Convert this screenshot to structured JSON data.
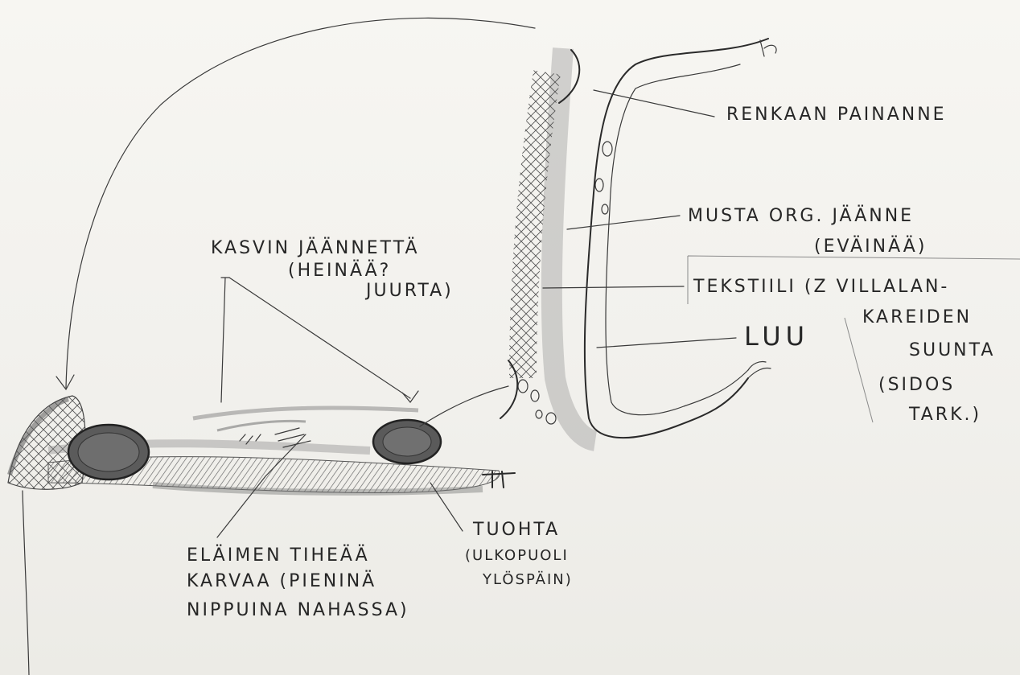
{
  "labels": {
    "renkaan_painanne": "RENKAAN PAINANNE",
    "musta_org_line1": "MUSTA ORG. JÄÄNNE",
    "musta_org_line2": "(EVÄINÄÄ)",
    "tekstiili_line1": "TEKSTIILI (Z VILLALAN-",
    "tekstiili_line2": "KAREIDEN",
    "tekstiili_line3": "SUUNTA",
    "tekstiili_line4": "(SIDOS",
    "tekstiili_line5": "TARK.)",
    "luu": "LUU",
    "kasvin_line1": "KASVIN JÄÄNNETTÄ",
    "kasvin_line2": "(HEINÄÄ?",
    "kasvin_line3": "JUURTA)",
    "elaimen_line1": "ELÄIMEN TIHEÄÄ",
    "elaimen_line2": "KARVAA (PIENINÄ",
    "elaimen_line3": "NIPPUINA NAHASSA)",
    "tuohta_line1": "TUOHTA",
    "tuohta_line2": "(ULKOPUOLI",
    "tuohta_line3": "YLÖSPÄIN)"
  },
  "colors": {
    "ink": "#2a2a2a",
    "pencil": "#8a8a8a",
    "paper": "#f3f2ee"
  }
}
